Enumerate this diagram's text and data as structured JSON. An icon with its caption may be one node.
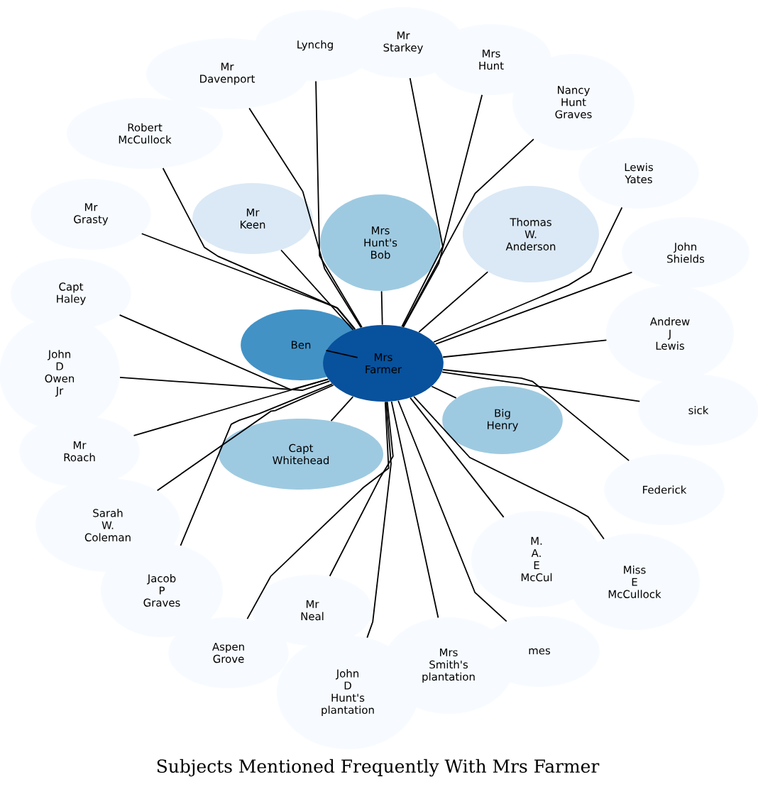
{
  "diagram": {
    "title": "Subjects Mentioned Frequently With Mrs Farmer",
    "nodes": [
      {
        "text": [
          "Mrs Farmer"
        ]
      },
      {
        "text": [
          "Ben"
        ]
      },
      {
        "text": [
          "Mrs Hunt's Bob"
        ]
      },
      {
        "text": [
          "Thomas W. Anderson"
        ]
      },
      {
        "text": [
          "Mr Keen"
        ]
      },
      {
        "text": [
          "Big Henry"
        ]
      },
      {
        "text": [
          "Capt Whitehead"
        ]
      },
      {
        "text": [
          "Mr Davenport"
        ]
      },
      {
        "text": [
          "Lynchg"
        ]
      },
      {
        "text": [
          "Mr Starkey"
        ]
      },
      {
        "text": [
          "Mrs Hunt"
        ]
      },
      {
        "text": [
          "Nancy Hunt Graves"
        ]
      },
      {
        "text": [
          "Robert McCullock"
        ]
      },
      {
        "text": [
          "Lewis Yates"
        ]
      },
      {
        "text": [
          "Mr Grasty"
        ]
      },
      {
        "text": [
          "John Shields"
        ]
      },
      {
        "text": [
          "Capt Haley"
        ]
      },
      {
        "text": [
          "Andrew J Lewis"
        ]
      },
      {
        "text": [
          "John D Owen Jr"
        ]
      },
      {
        "text": [
          "sick"
        ]
      },
      {
        "text": [
          "Mr Roach"
        ]
      },
      {
        "text": [
          "Federick"
        ]
      },
      {
        "text": [
          "Sarah W. Coleman"
        ]
      },
      {
        "text": [
          "Jacob P Graves"
        ]
      },
      {
        "text": [
          "M. A. E McCul"
        ]
      },
      {
        "text": [
          "Miss E McCullock"
        ]
      },
      {
        "text": [
          "Aspen Grove"
        ]
      },
      {
        "text": [
          "Mr Neal"
        ]
      },
      {
        "text": [
          "mes"
        ]
      },
      {
        "text": [
          "Mrs Smith's plantation"
        ]
      },
      {
        "text": [
          "John D Hunt's plantation"
        ]
      }
    ],
    "edges": [
      {
        "from": 0,
        "to": 1,
        "arrow": "none"
      },
      {
        "from": 0,
        "to": 2,
        "arrow": "none"
      },
      {
        "from": 0,
        "to": 3,
        "arrow": "none"
      },
      {
        "from": 0,
        "to": 4,
        "arrow": "none"
      },
      {
        "from": 0,
        "to": 5,
        "arrow": "none"
      },
      {
        "from": 0,
        "to": 6,
        "arrow": "none"
      },
      {
        "from": 0,
        "to": 7,
        "arrow": "none"
      },
      {
        "from": 0,
        "to": 8,
        "arrow": "none"
      },
      {
        "from": 0,
        "to": 9,
        "arrow": "none"
      },
      {
        "from": 0,
        "to": 10,
        "arrow": "none"
      },
      {
        "from": 0,
        "to": 11,
        "arrow": "none"
      },
      {
        "from": 0,
        "to": 12,
        "arrow": "none"
      },
      {
        "from": 0,
        "to": 13,
        "arrow": "none"
      },
      {
        "from": 0,
        "to": 14,
        "arrow": "none"
      },
      {
        "from": 0,
        "to": 15,
        "arrow": "none"
      },
      {
        "from": 0,
        "to": 16,
        "arrow": "none"
      },
      {
        "from": 0,
        "to": 17,
        "arrow": "none"
      },
      {
        "from": 0,
        "to": 18,
        "arrow": "none"
      },
      {
        "from": 0,
        "to": 19,
        "arrow": "none"
      },
      {
        "from": 0,
        "to": 20,
        "arrow": "none"
      },
      {
        "from": 0,
        "to": 21,
        "arrow": "none"
      },
      {
        "from": 0,
        "to": 22,
        "arrow": "none"
      },
      {
        "from": 0,
        "to": 23,
        "arrow": "none"
      },
      {
        "from": 0,
        "to": 24,
        "arrow": "none"
      },
      {
        "from": 0,
        "to": 25,
        "arrow": "none"
      },
      {
        "from": 0,
        "to": 26,
        "arrow": "none"
      },
      {
        "from": 0,
        "to": 27,
        "arrow": "none"
      },
      {
        "from": 0,
        "to": 28,
        "arrow": "none"
      },
      {
        "from": 0,
        "to": 29,
        "arrow": "none"
      },
      {
        "from": 0,
        "to": 30,
        "arrow": "none"
      }
    ]
  }
}
